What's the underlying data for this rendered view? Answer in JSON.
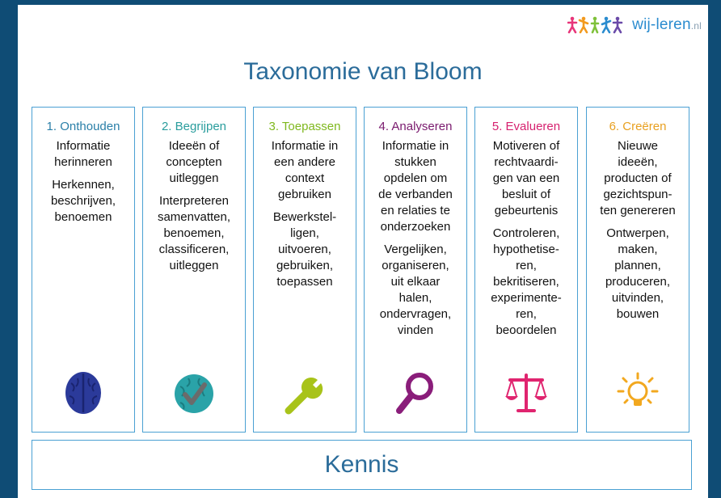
{
  "logo": {
    "name": "wij-leren",
    "tld": ".nl"
  },
  "title": "Taxonomie van Bloom",
  "columns": [
    {
      "heading": "1. Onthouden",
      "color": "#2a7fa8",
      "description": "Informatie\nherinneren",
      "verbs": "Herkennen,\nbeschrijven,\nbenoemen",
      "icon": "brain-icon"
    },
    {
      "heading": "2. Begrijpen",
      "color": "#2a9d9d",
      "description": "Ideeën of\nconcepten\nuitleggen",
      "verbs": "Interpreteren\nsamenvatten,\nbenoemen,\nclassificeren,\nuitleggen",
      "icon": "brain-check-icon"
    },
    {
      "heading": "3. Toepassen",
      "color": "#7fb81e",
      "description": "Informatie in\neen andere\ncontext\ngebruiken",
      "verbs": "Bewerkstel-\nligen,\nuitvoeren,\ngebruiken,\ntoepassen",
      "icon": "wrench-icon"
    },
    {
      "heading": "4. Analyseren",
      "color": "#7a1a6e",
      "description": "Informatie in\nstukken\nopdelen om\nde verbanden\nen relaties te\nonderzoeken",
      "verbs": "Vergelijken,\norganiseren,\nuit elkaar\nhalen,\nondervragen,\nvinden",
      "icon": "magnifier-icon"
    },
    {
      "heading": "5. Evalueren",
      "color": "#d6216f",
      "description": "Motiveren of\nrechtvaardi-\ngen van een\nbesluit of\ngebeurtenis",
      "verbs": "Controleren,\nhypothetise-\nren,\nbekritiseren,\nexperimente-\nren,\nbeoordelen",
      "icon": "scales-icon"
    },
    {
      "heading": "6. Creëren",
      "color": "#e8a020",
      "description": "Nieuwe\nideeën,\nproducten of\ngezichtspun-\nten genereren",
      "verbs": "Ontwerpen,\nmaken,\nplannen,\nproduceren,\nuitvinden,\nbouwen",
      "icon": "lightbulb-icon"
    }
  ],
  "footer": "Kennis"
}
